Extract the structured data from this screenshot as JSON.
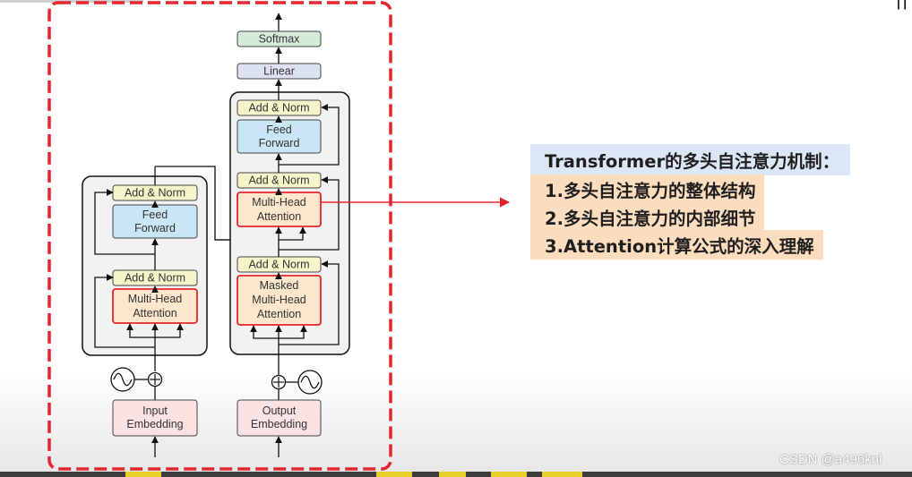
{
  "diagram": {
    "encoder": {
      "add_norm_top": "Add & Norm",
      "feed_forward": [
        "Feed",
        "Forward"
      ],
      "add_norm_bottom": "Add & Norm",
      "attention": [
        "Multi-Head",
        "Attention"
      ],
      "embedding": [
        "Input",
        "Embedding"
      ]
    },
    "decoder": {
      "softmax": "Softmax",
      "linear": "Linear",
      "add_norm_top": "Add & Norm",
      "feed_forward": [
        "Feed",
        "Forward"
      ],
      "add_norm_middle": "Add & Norm",
      "cross_attention": [
        "Multi-Head",
        "Attention"
      ],
      "add_norm_bottom": "Add & Norm",
      "masked_attention": [
        "Masked",
        "Multi-Head",
        "Attention"
      ],
      "embedding": [
        "Output",
        "Embedding"
      ]
    }
  },
  "outline": {
    "title": "Transformer的多头自注意力机制：",
    "items": [
      "1.多头自注意力的整体结构",
      "2.多头自注意力的内部细节",
      "3.Attention计算公式的深入理解"
    ]
  },
  "watermark": "CSDN @a496knl",
  "colors": {
    "highlight_red": "#e3262b",
    "add_norm": "#f3f6c8",
    "feed_forward": "#c8e6f6",
    "attention": "#fce6cc",
    "embedding": "#fbe2e2",
    "linear": "#dde2f3",
    "softmax": "#d5ead8",
    "title_band": "#dbe7f6",
    "item_band": "#fbdcbd"
  }
}
